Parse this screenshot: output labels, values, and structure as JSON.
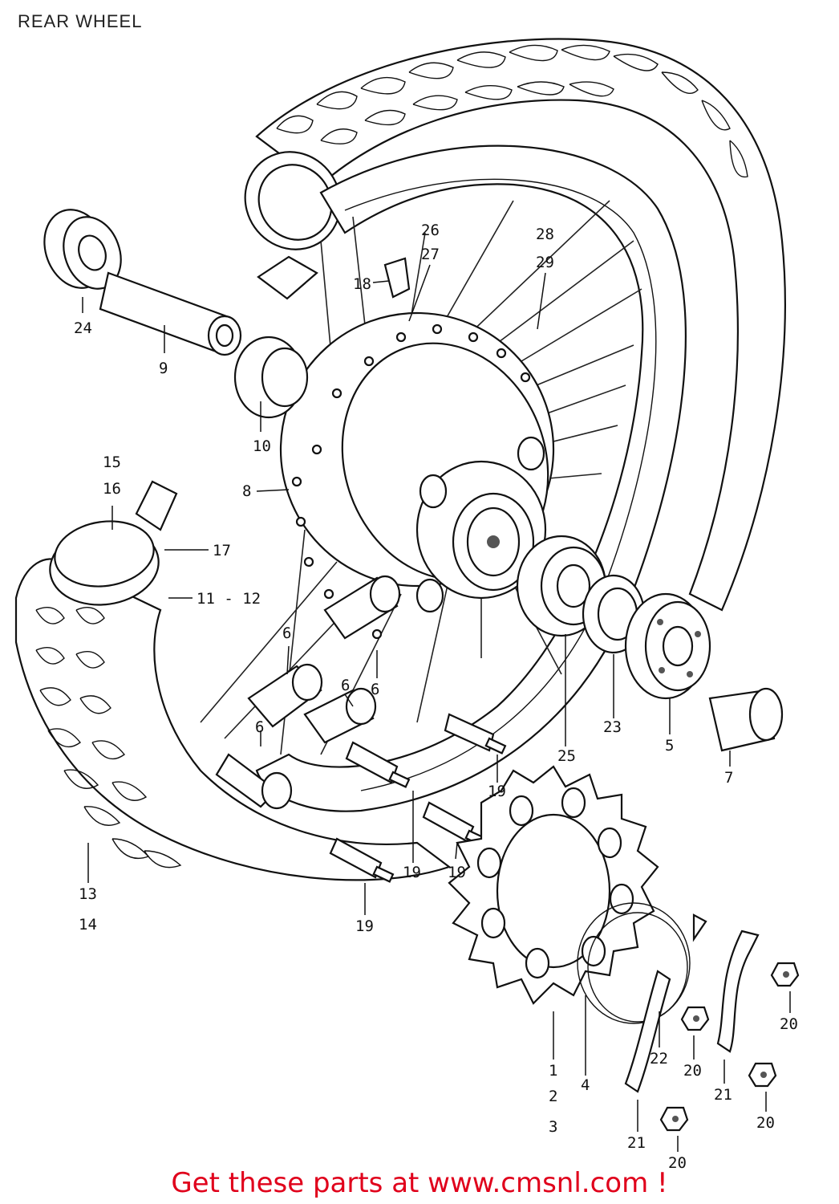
{
  "title": "REAR WHEEL",
  "footer": "Get these parts at www.cmsnl.com !",
  "colors": {
    "footer_text": "#e0001b",
    "line_art": "#111111",
    "background": "#ffffff"
  },
  "callouts": [
    {
      "id": "c26",
      "text": "26"
    },
    {
      "id": "c27",
      "text": "27"
    },
    {
      "id": "c28",
      "text": "28"
    },
    {
      "id": "c29",
      "text": "29"
    },
    {
      "id": "c18",
      "text": "18"
    },
    {
      "id": "c24",
      "text": "24"
    },
    {
      "id": "c9",
      "text": "9"
    },
    {
      "id": "c10",
      "text": "10"
    },
    {
      "id": "c8",
      "text": "8"
    },
    {
      "id": "c15",
      "text": "15"
    },
    {
      "id": "c16",
      "text": "16"
    },
    {
      "id": "c17",
      "text": "17"
    },
    {
      "id": "c11-12",
      "text": "11 - 12"
    },
    {
      "id": "c6a",
      "text": "6"
    },
    {
      "id": "c6b",
      "text": "6"
    },
    {
      "id": "c6c",
      "text": "6"
    },
    {
      "id": "c6d",
      "text": "6"
    },
    {
      "id": "c25",
      "text": "25"
    },
    {
      "id": "c23",
      "text": "23"
    },
    {
      "id": "c5",
      "text": "5"
    },
    {
      "id": "c7",
      "text": "7"
    },
    {
      "id": "c19a",
      "text": "19"
    },
    {
      "id": "c19b",
      "text": "19"
    },
    {
      "id": "c19c",
      "text": "19"
    },
    {
      "id": "c19d",
      "text": "19"
    },
    {
      "id": "c13",
      "text": "13"
    },
    {
      "id": "c14",
      "text": "14"
    },
    {
      "id": "c1",
      "text": "1"
    },
    {
      "id": "c2",
      "text": "2"
    },
    {
      "id": "c3",
      "text": "3"
    },
    {
      "id": "c4",
      "text": "4"
    },
    {
      "id": "c22",
      "text": "22"
    },
    {
      "id": "c20a",
      "text": "20"
    },
    {
      "id": "c20b",
      "text": "20"
    },
    {
      "id": "c20c",
      "text": "20"
    },
    {
      "id": "c20d",
      "text": "20"
    },
    {
      "id": "c21a",
      "text": "21"
    },
    {
      "id": "c21b",
      "text": "21"
    }
  ]
}
